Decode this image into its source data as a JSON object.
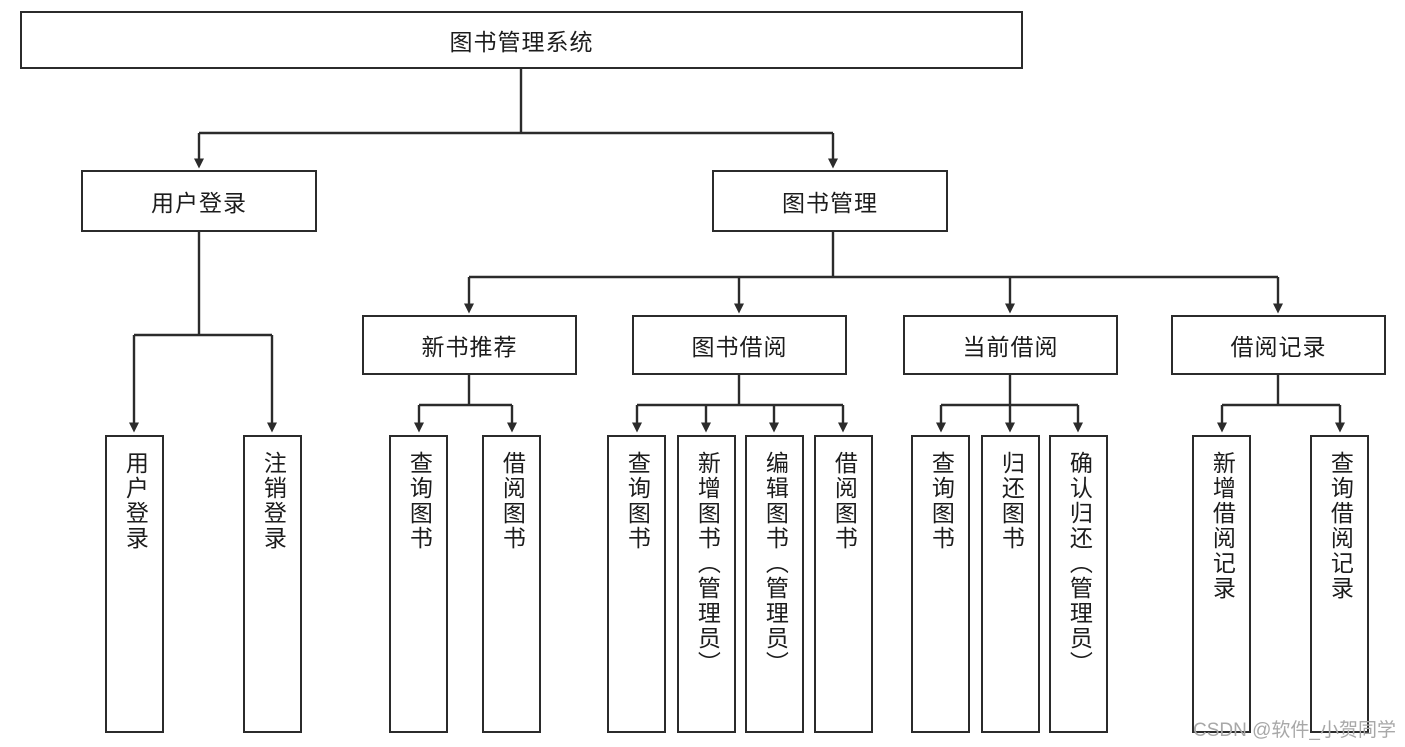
{
  "diagram": {
    "title": "图书管理系统",
    "type": "hierarchy-tree",
    "root": {
      "id": "root",
      "label": "图书管理系统"
    },
    "level2": [
      {
        "id": "user-login",
        "label": "用户登录"
      },
      {
        "id": "book-manage",
        "label": "图书管理"
      }
    ],
    "level3": [
      {
        "id": "new-book-rec",
        "label": "新书推荐"
      },
      {
        "id": "book-borrow",
        "label": "图书借阅"
      },
      {
        "id": "current-borrow",
        "label": "当前借阅"
      },
      {
        "id": "borrow-record",
        "label": "借阅记录"
      }
    ],
    "leaves": {
      "user_login": [
        {
          "id": "leaf-user-login",
          "label": "用户登录"
        },
        {
          "id": "leaf-user-logout",
          "label": "注销登录"
        }
      ],
      "new_book_rec": [
        {
          "id": "leaf-query-book-1",
          "label": "查询图书"
        },
        {
          "id": "leaf-borrow-book-1",
          "label": "借阅图书"
        }
      ],
      "book_borrow": [
        {
          "id": "leaf-query-book-2",
          "label": "查询图书"
        },
        {
          "id": "leaf-add-book",
          "label": "新增图书（管理员）"
        },
        {
          "id": "leaf-edit-book",
          "label": "编辑图书（管理员）"
        },
        {
          "id": "leaf-borrow-book-2",
          "label": "借阅图书"
        }
      ],
      "current_borrow": [
        {
          "id": "leaf-query-book-3",
          "label": "查询图书"
        },
        {
          "id": "leaf-return-book",
          "label": "归还图书"
        },
        {
          "id": "leaf-confirm-return",
          "label": "确认归还（管理员）"
        }
      ],
      "borrow_record": [
        {
          "id": "leaf-add-record",
          "label": "新增借阅记录"
        },
        {
          "id": "leaf-query-record",
          "label": "查询借阅记录"
        }
      ]
    }
  },
  "watermark": {
    "text": "CSDN @软件_小贺同学"
  },
  "colors": {
    "stroke": "#2b2b2b",
    "fill": "#ffffff",
    "text": "#1c1c1c",
    "watermark": "#a8a8a8"
  }
}
